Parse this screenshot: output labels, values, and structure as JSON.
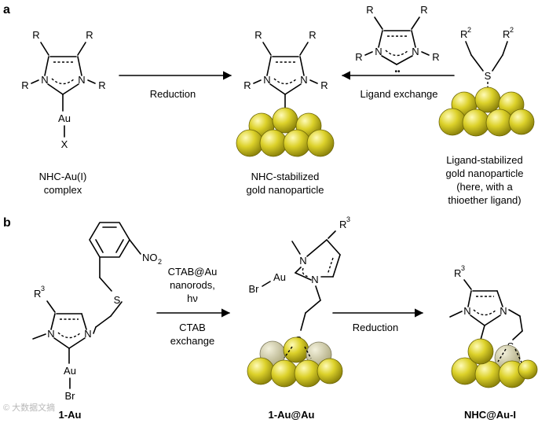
{
  "panels": {
    "a": "a",
    "b": "b"
  },
  "atoms": {
    "R": "R",
    "R2": "R",
    "R3": "R",
    "sup2": "2",
    "sup3": "3",
    "N": "N",
    "Au": "Au",
    "X": "X",
    "Br": "Br",
    "S": "S",
    "NO": "NO",
    "sub2": "2",
    "dots": "••"
  },
  "panel_a": {
    "left_caption": [
      "NHC-Au(I)",
      "complex"
    ],
    "center_caption": [
      "NHC-stabilized",
      "gold nanoparticle"
    ],
    "right_caption": [
      "Ligand-stabilized",
      "gold nanoparticle",
      "(here, with a",
      "thioether ligand)"
    ],
    "arrow_reduction": "Reduction",
    "arrow_exchange": "Ligand exchange"
  },
  "panel_b": {
    "conditions_above": [
      "CTAB@Au",
      "nanorods,",
      "hν"
    ],
    "conditions_below": [
      "CTAB",
      "exchange"
    ],
    "arrow_reduction": "Reduction",
    "label_1": "1-Au",
    "label_2": "1-Au@Au",
    "label_3": "NHC@Au-I"
  },
  "watermark": "© 大数据文摘",
  "colors": {
    "gold": "#d8cc2a",
    "gold_light": "#f6f08a",
    "gold_dark": "#8c8410",
    "gold_pale": "#d9d6a8"
  }
}
